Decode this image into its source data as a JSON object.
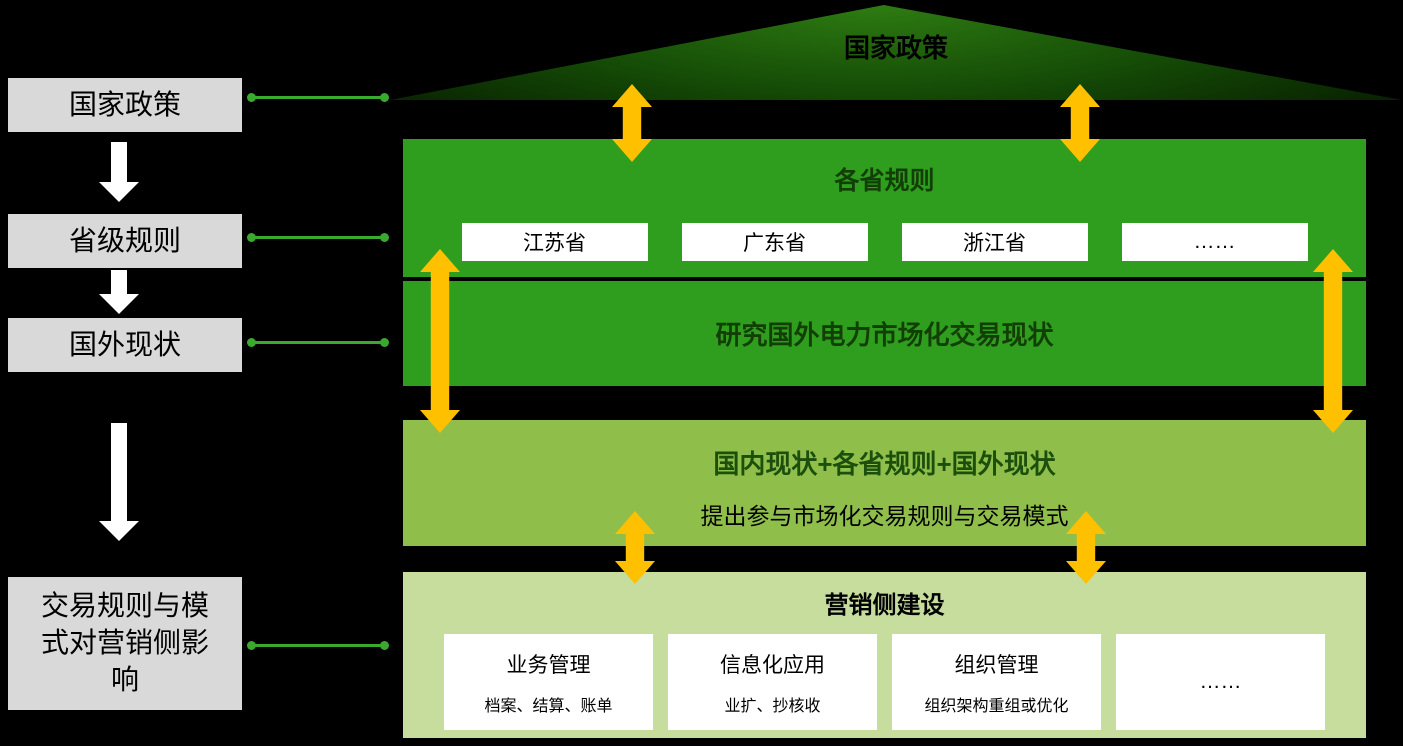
{
  "colors": {
    "background": "#000000",
    "roof_green_light": "#2e7c12",
    "roof_green_dark": "#081f00",
    "band_green": "#2f9d1d",
    "band_olive_green": "#8fbe4b",
    "band_pale_green": "#c7dd9e",
    "heading_dark_green": "#123f06",
    "arrow_orange": "#ffc000",
    "connector_green": "#3aaa2e",
    "label_gray": "#d9d9d9",
    "box_white": "#ffffff"
  },
  "left_panel": {
    "items": [
      {
        "label": "国家政策"
      },
      {
        "label": "省级规则"
      },
      {
        "label": "国外现状"
      },
      {
        "label": "交易规则与模式对营销侧影响"
      }
    ]
  },
  "house": {
    "roof_title": "国家政策",
    "provinces_band": {
      "title": "各省规则",
      "items": [
        "江苏省",
        "广东省",
        "浙江省",
        "……"
      ]
    },
    "foreign_band": {
      "title": "研究国外电力市场化交易现状"
    },
    "combine_band": {
      "title": "国内现状+各省规则+国外现状",
      "subtitle": "提出参与市场化交易规则与交易模式"
    },
    "marketing_band": {
      "title": "营销侧建设",
      "items": [
        {
          "title": "业务管理",
          "desc": "档案、结算、账单"
        },
        {
          "title": "信息化应用",
          "desc": "业扩、抄核收"
        },
        {
          "title": "组织管理",
          "desc": "组织架构重组或优化"
        },
        {
          "title": "……",
          "desc": ""
        }
      ]
    }
  }
}
